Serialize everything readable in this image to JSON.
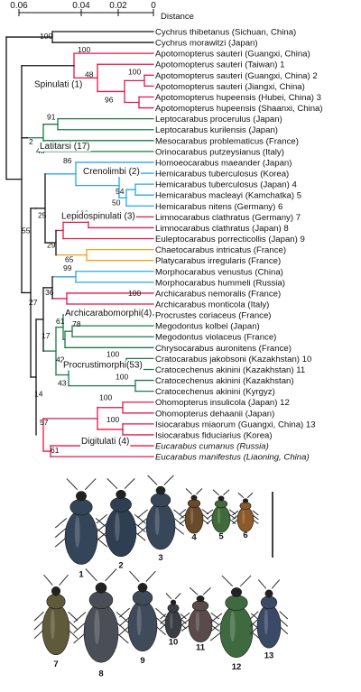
{
  "scale": {
    "ticks": [
      "0.06",
      "0.04",
      "0.02",
      "0"
    ],
    "label": "Distance"
  },
  "colors": {
    "black": "#111111",
    "red": "#e0184a",
    "green": "#1a7a4a",
    "blue": "#2aa7e0",
    "orange": "#f0a21a"
  },
  "clades": [
    {
      "label": "Spinulati (1)",
      "color": "red"
    },
    {
      "label": "Latitarsi (17)",
      "color": "green"
    },
    {
      "label": "Crenolimbi (2)",
      "color": "blue"
    },
    {
      "label": "Lepidospinulati (3)",
      "color": "blue"
    },
    {
      "label": "Archicarabomorphi(4)",
      "color": "red"
    },
    {
      "label": "Procrustimorphi(53)",
      "color": "green"
    },
    {
      "label": "Digitulati (4)",
      "color": "red"
    }
  ],
  "taxa": [
    {
      "text": "Cychrus thibetanus (Sichuan, China)",
      "italic": false
    },
    {
      "text": "Cychrus morawitzi (Japan)",
      "italic": false
    },
    {
      "text": "Apotomopterus sauteri (Guangxi, China)",
      "italic": false
    },
    {
      "text": "Apotomopterus sauteri (Taiwan) 1",
      "italic": false
    },
    {
      "text": "Apotomopterus sauteri (Guangxi, China) 2",
      "italic": false
    },
    {
      "text": "Apotomopterus sauteri (Jiangxi, China)",
      "italic": false
    },
    {
      "text": "Apotomopterus hupeensis (Hubei, China) 3",
      "italic": false
    },
    {
      "text": "Apotomopterus hupeensis (Shaanxi, China)",
      "italic": false
    },
    {
      "text": "Leptocarabus procerulus (Japan)",
      "italic": false
    },
    {
      "text": "Leptocarabus kurilensis (Japan)",
      "italic": false
    },
    {
      "text": "Mesocarabus problematicus (France)",
      "italic": false
    },
    {
      "text": "Orinocarabus putzeysianus (Italy)",
      "italic": false
    },
    {
      "text": "Homoeocarabus maeander (Japan)",
      "italic": false
    },
    {
      "text": "Hemicarabus tuberculosus (Korea)",
      "italic": false
    },
    {
      "text": "Hemicarabus tuberculosus (Japan) 4",
      "italic": false
    },
    {
      "text": "Hemicarabus macleayi (Kamchatka) 5",
      "italic": false
    },
    {
      "text": "Hemicarabus nitens (Germany) 6",
      "italic": false
    },
    {
      "text": "Limnocarabus clathratus (Germany) 7",
      "italic": false
    },
    {
      "text": "Limnocarabus clathratus (Japan) 8",
      "italic": false
    },
    {
      "text": "Euleptocarabus porrecticollis (Japan) 9",
      "italic": false
    },
    {
      "text": "Chaetocarabus intricatus (France)",
      "italic": false
    },
    {
      "text": "Platycarabus irregularis (France)",
      "italic": false
    },
    {
      "text": "Morphocarabus venustus (China)",
      "italic": false
    },
    {
      "text": "Morphocarabus hummeli (Russia)",
      "italic": false
    },
    {
      "text": "Archicarabus nemoralis (France)",
      "italic": false
    },
    {
      "text": "Archicarabus monticola (Italy)",
      "italic": false
    },
    {
      "text": "Procrustes coriaceus (France)",
      "italic": false
    },
    {
      "text": "Megodontus kolbei (Japan)",
      "italic": false
    },
    {
      "text": "Megodontus violaceus (France)",
      "italic": false
    },
    {
      "text": "Chrysocarabus auronitens (France)",
      "italic": false
    },
    {
      "text": "Cratocarabus jakobsoni (Kazakhstan) 10",
      "italic": false
    },
    {
      "text": "Cratocechenus akinini (Kazakhstan) 11",
      "italic": false
    },
    {
      "text": "Cratocechenus akinini (Kazakhstan)",
      "italic": false
    },
    {
      "text": "Cratocechenus akinini (Kyrgyz)",
      "italic": false
    },
    {
      "text": "Ohomopterus insulicola (Japan) 12",
      "italic": false
    },
    {
      "text": "Ohomopterus dehaanii (Japan)",
      "italic": false
    },
    {
      "text": "Isiocarabus miaorum (Guangxi, China) 13",
      "italic": false
    },
    {
      "text": "Isiocarabus fiduciarius (Korea)",
      "italic": false
    },
    {
      "text": "Eucarabus cumanus (Russia)",
      "italic": true
    },
    {
      "text": "Eucarabus manifestus (Liaoning, China)",
      "italic": true
    }
  ],
  "bootstrap": [
    "100",
    "100",
    "48",
    "100",
    "96",
    "91",
    "2",
    "48",
    "86",
    "54",
    "50",
    "25",
    "100",
    "29",
    "65",
    "55",
    "99",
    "36",
    "100",
    "61",
    "78",
    "17",
    "42",
    "100",
    "100",
    "27",
    "43",
    "14",
    "100",
    "57",
    "100",
    "61"
  ],
  "specimens": [
    {
      "num": "1",
      "color": "#34455a"
    },
    {
      "num": "2",
      "color": "#2f3f52"
    },
    {
      "num": "3",
      "color": "#38465a"
    },
    {
      "num": "4",
      "color": "#6b4a2a"
    },
    {
      "num": "5",
      "color": "#3f6a3a"
    },
    {
      "num": "6",
      "color": "#8a5a2a"
    },
    {
      "num": "7",
      "color": "#5f5a3a"
    },
    {
      "num": "8",
      "color": "#4a4e56"
    },
    {
      "num": "9",
      "color": "#3f4a5a"
    },
    {
      "num": "10",
      "color": "#3a3d44"
    },
    {
      "num": "11",
      "color": "#5a4a4a"
    },
    {
      "num": "12",
      "color": "#3f6a3f"
    },
    {
      "num": "13",
      "color": "#3a4a66"
    }
  ]
}
